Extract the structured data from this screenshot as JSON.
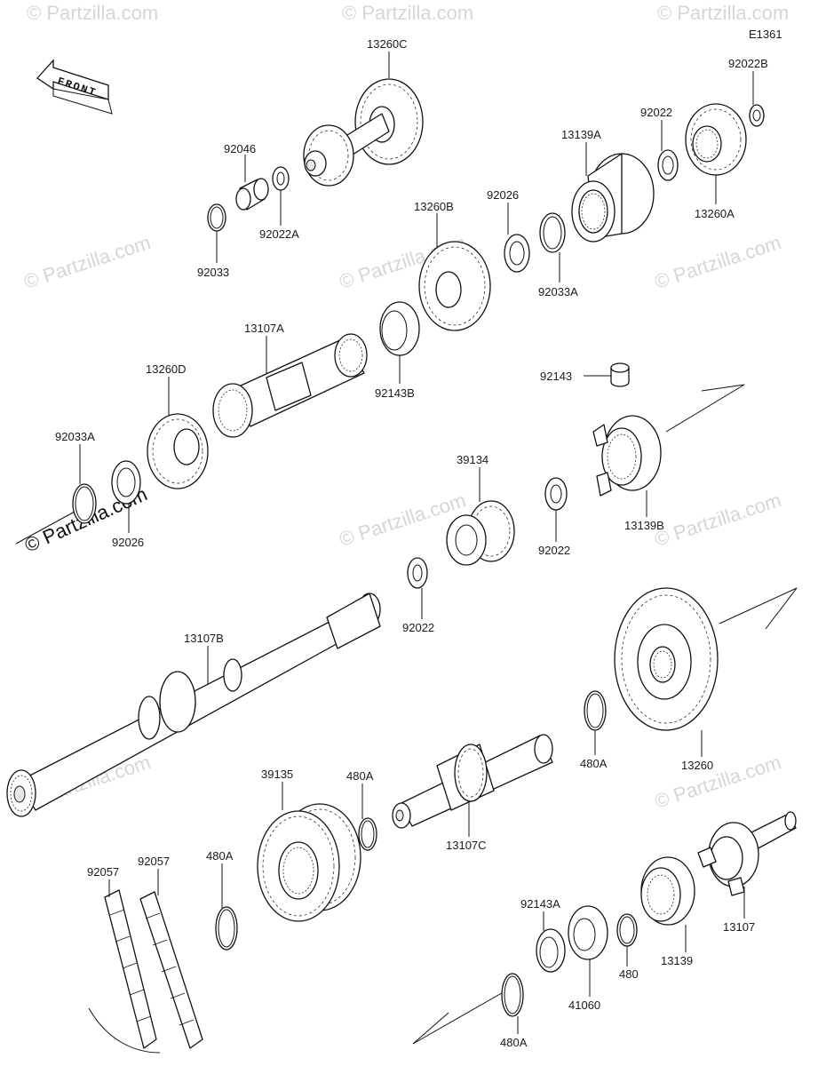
{
  "diagram_code": "E1361",
  "front_label": "FRONT",
  "watermark": "© Partzilla.com",
  "parts": [
    {
      "id": "p13260C",
      "label": "13260C"
    },
    {
      "id": "p92046",
      "label": "92046"
    },
    {
      "id": "p92022A",
      "label": "92022A"
    },
    {
      "id": "p92033",
      "label": "92033"
    },
    {
      "id": "p13139A",
      "label": "13139A"
    },
    {
      "id": "p92022_top",
      "label": "92022"
    },
    {
      "id": "p92022B",
      "label": "92022B"
    },
    {
      "id": "p13260A",
      "label": "13260A"
    },
    {
      "id": "p92026_top",
      "label": "92026"
    },
    {
      "id": "p13260B",
      "label": "13260B"
    },
    {
      "id": "p92033A_top",
      "label": "92033A"
    },
    {
      "id": "p13107A",
      "label": "13107A"
    },
    {
      "id": "p92143B",
      "label": "92143B"
    },
    {
      "id": "p13260D",
      "label": "13260D"
    },
    {
      "id": "p92033A_left",
      "label": "92033A"
    },
    {
      "id": "p92026_left",
      "label": "92026"
    },
    {
      "id": "p92143",
      "label": "92143"
    },
    {
      "id": "p39134",
      "label": "39134"
    },
    {
      "id": "p92022_mid",
      "label": "92022"
    },
    {
      "id": "p13139B",
      "label": "13139B"
    },
    {
      "id": "p92022_low",
      "label": "92022"
    },
    {
      "id": "p13107B",
      "label": "13107B"
    },
    {
      "id": "p13260",
      "label": "13260"
    },
    {
      "id": "p480A_right",
      "label": "480A"
    },
    {
      "id": "p39135",
      "label": "39135"
    },
    {
      "id": "p480A_mid",
      "label": "480A"
    },
    {
      "id": "p13107C",
      "label": "13107C"
    },
    {
      "id": "p92057_a",
      "label": "92057"
    },
    {
      "id": "p92057_b",
      "label": "92057"
    },
    {
      "id": "p480A_left",
      "label": "480A"
    },
    {
      "id": "p92143A",
      "label": "92143A"
    },
    {
      "id": "p41060",
      "label": "41060"
    },
    {
      "id": "p480",
      "label": "480"
    },
    {
      "id": "p13139",
      "label": "13139"
    },
    {
      "id": "p13107",
      "label": "13107"
    },
    {
      "id": "p480A_bottom",
      "label": "480A"
    }
  ]
}
